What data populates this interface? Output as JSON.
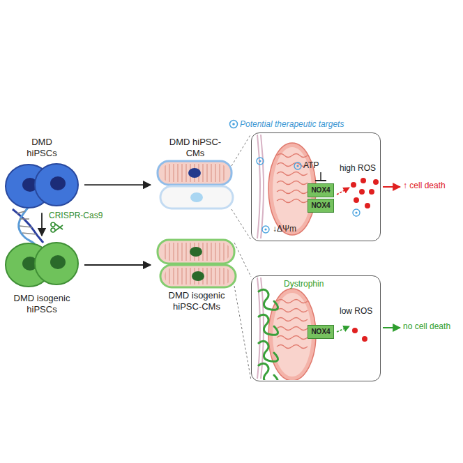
{
  "diagram": {
    "nodes": [
      {
        "text": [
          "DMD hiPSCs"
        ]
      },
      {
        "text": [
          "DMD hiPSC-CMs"
        ]
      },
      {
        "text": [
          "ATP",
          "high ROS",
          "↓ΔΨm"
        ]
      },
      {
        "text": [
          "NOX4"
        ],
        "in": 2
      },
      {
        "text": [
          "NOX4"
        ],
        "in": 2
      },
      {
        "text": [
          "DMD isogenic hiPSCs"
        ]
      },
      {
        "text": [
          "DMD isogenic hiPSC-CMs"
        ]
      },
      {
        "text": [
          "Dystrophin",
          "low ROS"
        ]
      },
      {
        "text": [
          "NOX4"
        ],
        "in": 7
      }
    ],
    "edges": [
      {
        "from": 0,
        "to": 1,
        "arrow": "to"
      },
      {
        "from": 0,
        "to": 5,
        "arrow": "to",
        "label": "CRISPR-Cas9"
      },
      {
        "from": 5,
        "to": 6,
        "arrow": "to"
      }
    ],
    "labels": [
      "↑ cell death",
      "no cell death"
    ],
    "legend": [
      {
        "text": "Potential therapeutic targets"
      }
    ]
  }
}
